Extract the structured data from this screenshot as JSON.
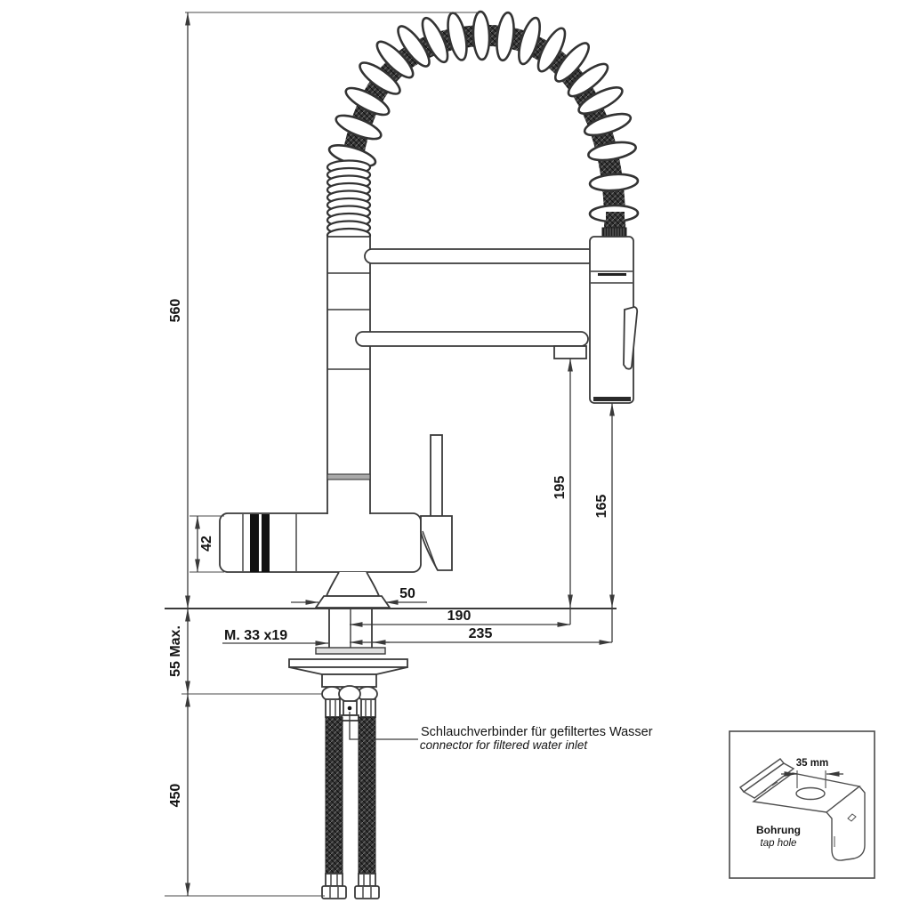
{
  "drawing": {
    "dimensions": {
      "height_total": "560",
      "deck_thickness": "55 Max.",
      "hose_length": "450",
      "knob_height": "42",
      "base_width": "50",
      "spout_reach": "190",
      "head_reach": "235",
      "spout_height": "195",
      "head_height": "165",
      "thread": "M. 33 x19"
    },
    "callout": {
      "de": "Schlauchverbinder für gefiltertes Wasser",
      "en": "connector for filtered water inlet"
    },
    "inset": {
      "hole_diameter": "35 mm",
      "label_de": "Bohrung",
      "label_en": "tap hole"
    },
    "colors": {
      "line": "#3a3a3a",
      "text": "#141414",
      "background": "#ffffff"
    }
  }
}
